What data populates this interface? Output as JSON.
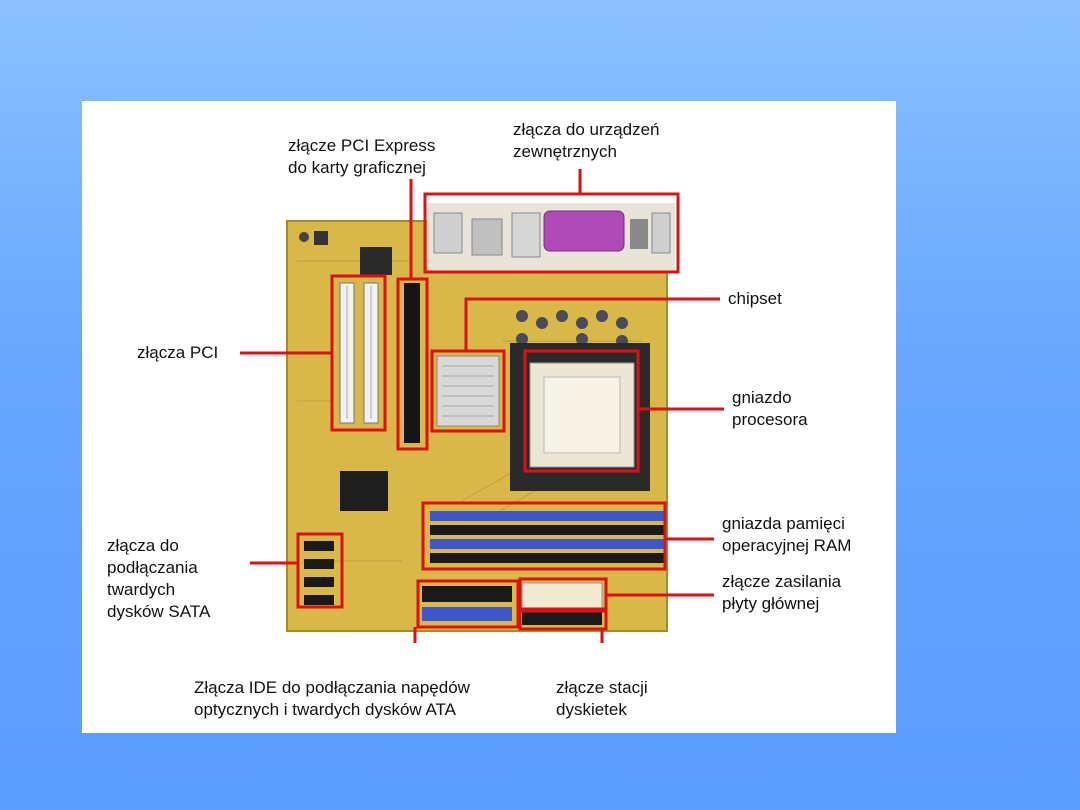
{
  "labels": {
    "pcie": "złącze PCI Express\ndo karty graficznej",
    "external": "złącza do urządzeń\nzewnętrznych",
    "chipset": "chipset",
    "pci": "złącza PCI",
    "cpu_socket": "gniazdo\nprocesora",
    "ram": "gniazda pamięci\noperacyjnej RAM",
    "sata": "złącza do\npodłączania\ntwardych\ndysków  SATA",
    "atx_power": "złącze zasilania\npłyty głównej",
    "ide": "Złącza IDE do podłączania napędów\noptycznych i twardych dysków ATA",
    "floppy": "złącze stacji\ndyskietek"
  },
  "colors": {
    "highlight": "#dd1111",
    "board": "#d9b84a",
    "ram_slot_blue": "#3f56c8",
    "ram_slot_black": "#1a1a1a",
    "parallel_port": "#b04ab8"
  }
}
